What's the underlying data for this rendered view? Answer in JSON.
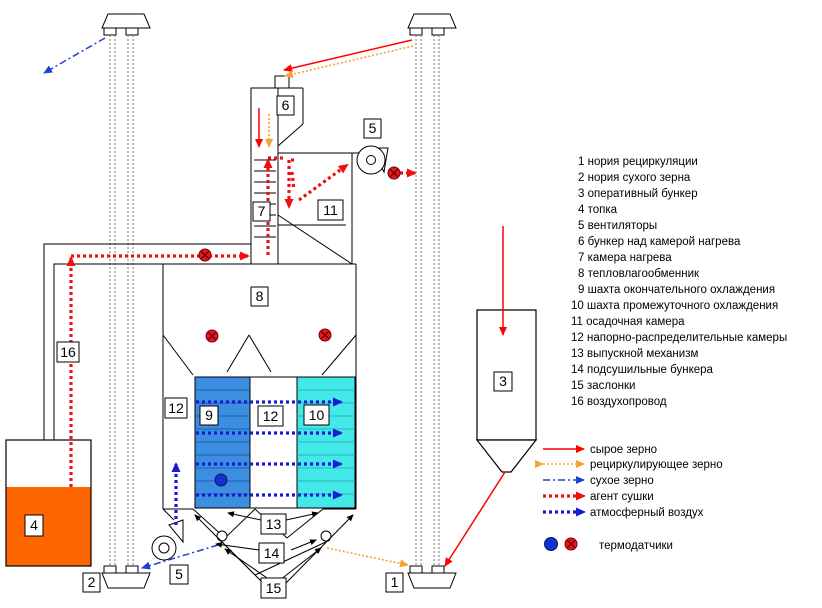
{
  "components": [
    {
      "num": "1",
      "label": "нория рециркуляции"
    },
    {
      "num": "2",
      "label": "нория сухого зерна"
    },
    {
      "num": "3",
      "label": "оперативный бункер"
    },
    {
      "num": "4",
      "label": "топка"
    },
    {
      "num": "5",
      "label": "вентиляторы"
    },
    {
      "num": "6",
      "label": "бункер над камерой нагрева"
    },
    {
      "num": "7",
      "label": "камера нагрева"
    },
    {
      "num": "8",
      "label": "тепловлагообменник"
    },
    {
      "num": "9",
      "label": "шахта окончательного охлаждения"
    },
    {
      "num": "10",
      "label": "шахта промежуточного охлаждения"
    },
    {
      "num": "11",
      "label": "осадочная камера"
    },
    {
      "num": "12",
      "label": "напорно-распределительные камеры"
    },
    {
      "num": "13",
      "label": "выпускной механизм"
    },
    {
      "num": "14",
      "label": "подсушильные бункера"
    },
    {
      "num": "15",
      "label": "заслонки"
    },
    {
      "num": "16",
      "label": "воздухопровод"
    }
  ],
  "flow_legend": [
    {
      "label": "сырое зерно",
      "color": "#ff0000",
      "style": "solid"
    },
    {
      "label": "рециркулирующее зерно",
      "color": "#f7a234",
      "style": "dotted"
    },
    {
      "label": "сухое зерно",
      "color": "#1f3fd6",
      "style": "dashdot"
    },
    {
      "label": "агент сушки",
      "color": "#ee1111",
      "style": "thick-dotted"
    },
    {
      "label": "атмосферный воздух",
      "color": "#1a1ad6",
      "style": "thick-dotted"
    }
  ],
  "sensor_legend": {
    "label": "термодатчики"
  },
  "diagram_numbers": {
    "n1": "1",
    "n2": "2",
    "n3": "3",
    "n4": "4",
    "n5a": "5",
    "n5b": "5",
    "n6": "6",
    "n7": "7",
    "n8": "8",
    "n9": "9",
    "n10": "10",
    "n11": "11",
    "n12a": "12",
    "n12b": "12",
    "n13": "13",
    "n14": "14",
    "n15": "15",
    "n16": "16"
  },
  "colors": {
    "furnace": "#ff6600",
    "shaft_final": "#3c8ee0",
    "shaft_intermediate": "#44e8e8",
    "raw_grain": "#ff0000",
    "recirc_grain": "#f7a234",
    "dry_grain": "#1f3fd6",
    "drying_agent": "#ee1111",
    "atm_air": "#1a1ad6"
  }
}
